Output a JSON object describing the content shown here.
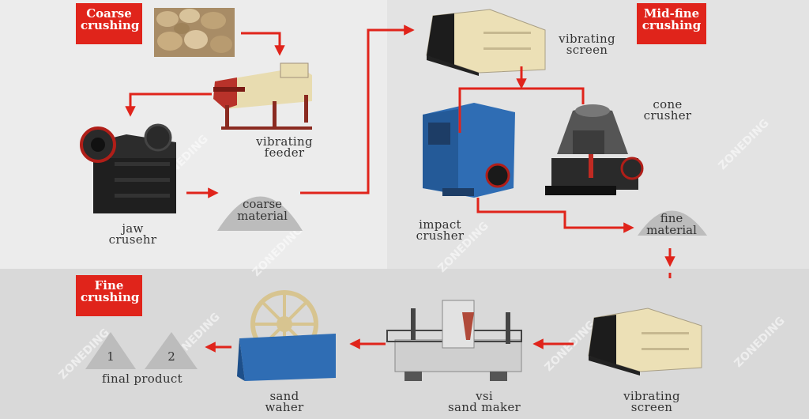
{
  "stages": {
    "coarse": "Coarse\ncrushing",
    "mid_fine": "Mid-fine\ncrushing",
    "fine": "Fine\ncrushing"
  },
  "labels": {
    "vibrating_feeder": [
      "vibrating",
      "feeder"
    ],
    "jaw_crusher": [
      "jaw",
      "crusehr"
    ],
    "coarse_material": [
      "coarse",
      "material"
    ],
    "vibrating_screen_top": [
      "vibrating",
      "screen"
    ],
    "cone_crusher": [
      "cone",
      "crusher"
    ],
    "impact_crusher": [
      "impact",
      "crusher"
    ],
    "fine_material": [
      "fine",
      "material"
    ],
    "vibrating_screen_bottom": [
      "vibrating",
      "screen"
    ],
    "vsi_sand_maker": [
      "vsi",
      "sand maker"
    ],
    "sand_washer": [
      "sand",
      "waher"
    ],
    "final_product": "final product",
    "product_1": "1",
    "product_2": "2"
  },
  "watermark": "ZONEDING",
  "colors": {
    "accent": "#e0241b",
    "arrow": "#e0241b",
    "pile": "#bcbcbc"
  }
}
